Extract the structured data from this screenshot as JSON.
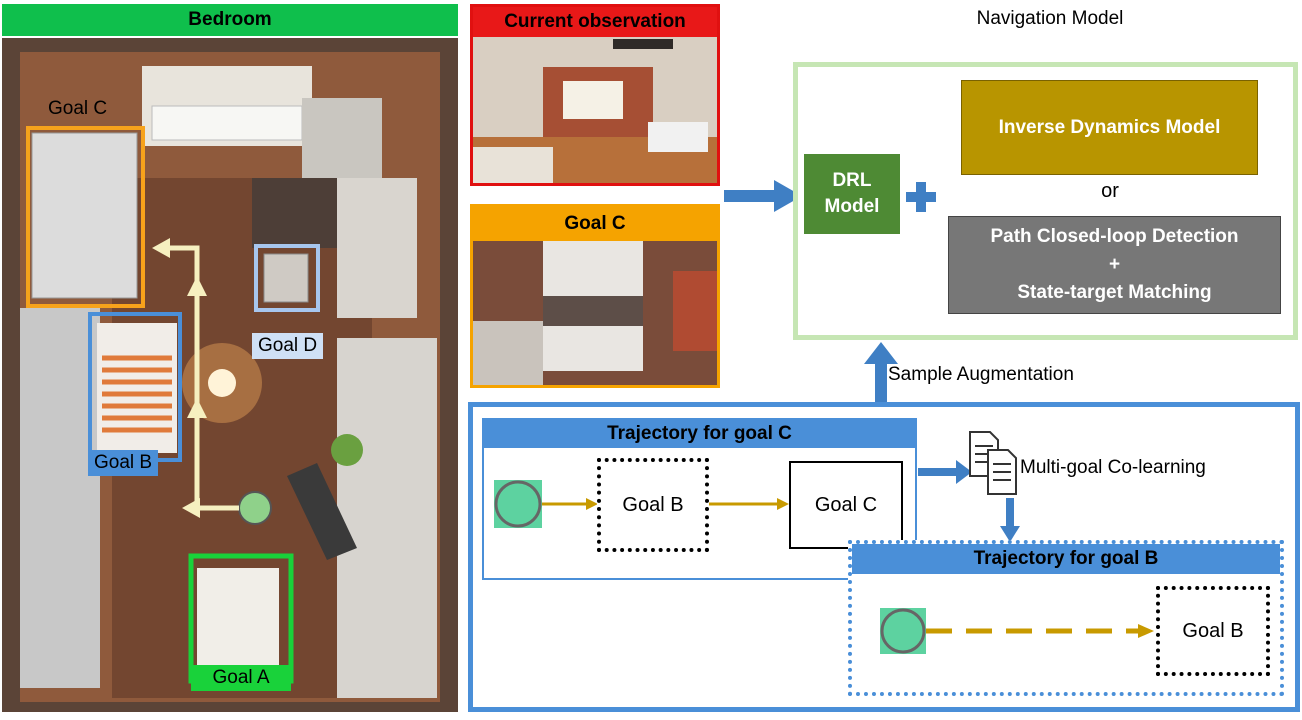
{
  "bedroom": {
    "title": "Bedroom",
    "goals": {
      "a": "Goal A",
      "b": "Goal B",
      "c": "Goal C",
      "d": "Goal D"
    }
  },
  "observation": {
    "current_title": "Current observation",
    "goal_title": "Goal C"
  },
  "navigation_model": {
    "title": "Navigation Model",
    "drl_line1": "DRL",
    "drl_line2": "Model",
    "inverse_dynamics": "Inverse Dynamics Model",
    "or_text": "or",
    "path_closed_loop": "Path Closed-loop Detection",
    "plus_text": "+",
    "state_target": "State-target Matching"
  },
  "augmentation": {
    "sample_augmentation": "Sample Augmentation",
    "multi_goal": "Multi-goal Co-learning",
    "traj_c_title": "Trajectory for goal C",
    "traj_c_goal_b": "Goal B",
    "traj_c_goal_c": "Goal C",
    "traj_b_title": "Trajectory for goal B",
    "traj_b_goal_b": "Goal B"
  },
  "colors": {
    "bedroom_header": "#0fbf4c",
    "observation_red": "#e81818",
    "goal_orange": "#f5a300",
    "drl_green": "#4e8a34",
    "idm_gold": "#b89500",
    "detection_gray": "#777777",
    "traj_blue": "#4a8fd8",
    "arrow_gold": "#c89a00",
    "start_node": "#5dd2a0"
  }
}
